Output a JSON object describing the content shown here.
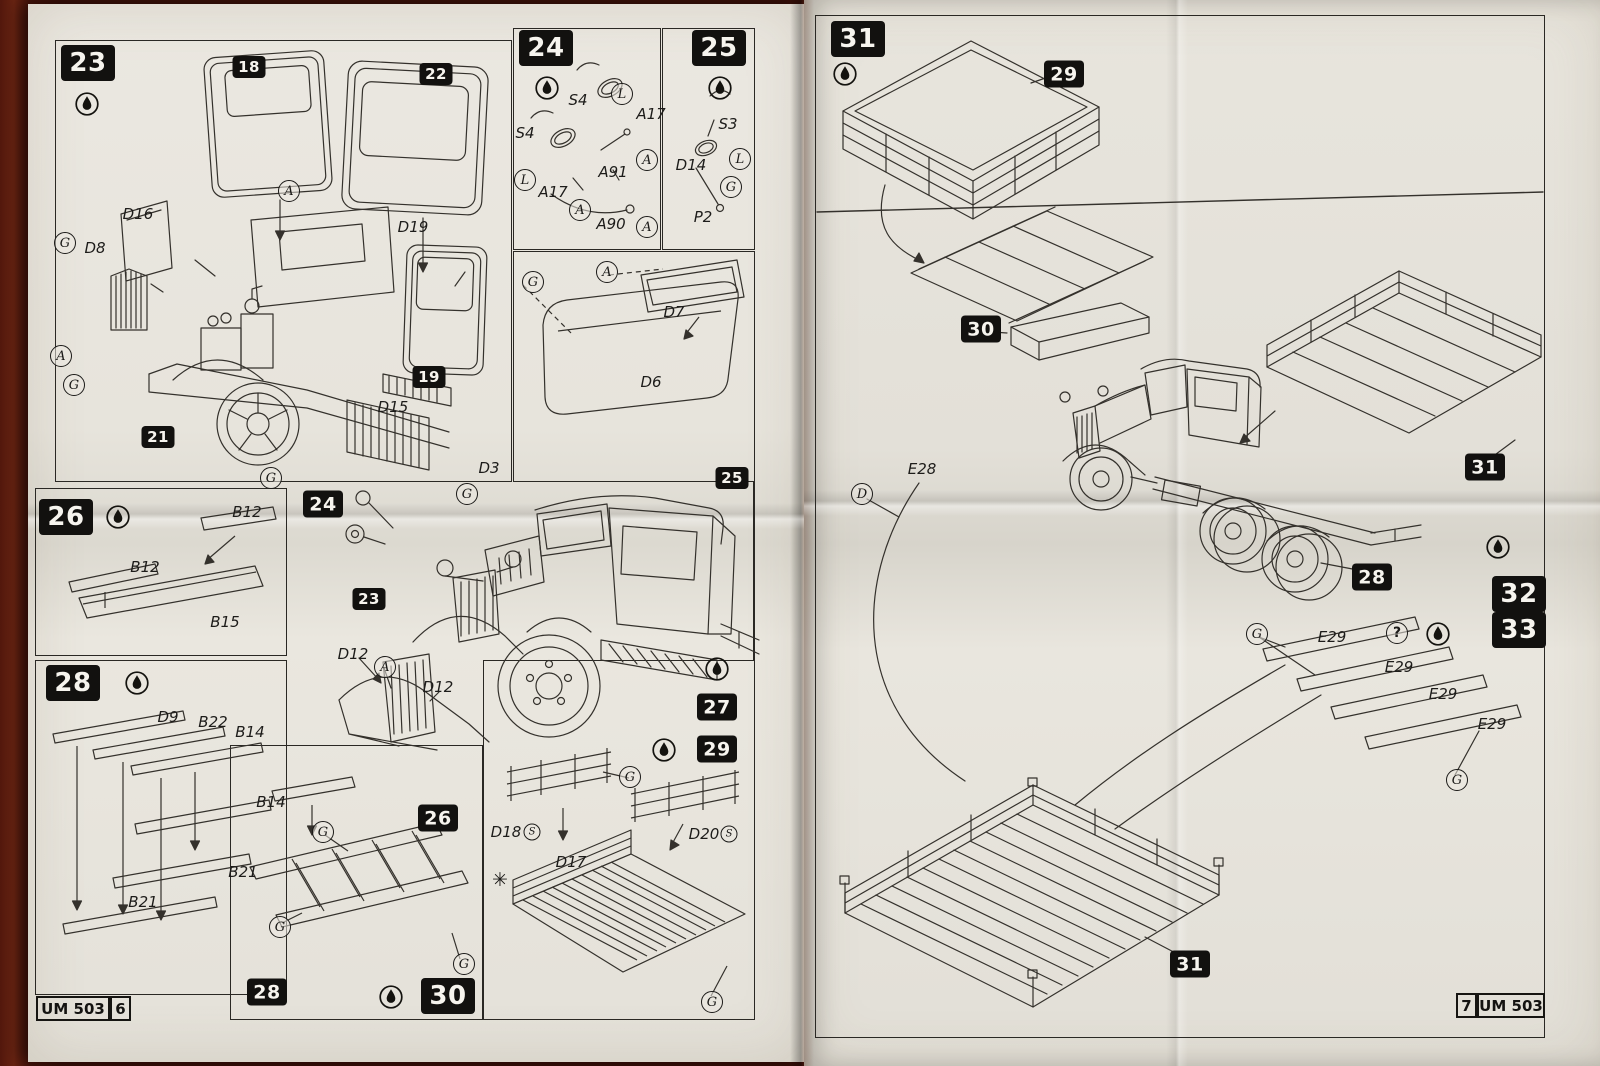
{
  "doc": {
    "kit_code": "UM 503",
    "left_page_number": "6",
    "right_page_number": "7"
  },
  "steps": {
    "s23": "23",
    "s24": "24",
    "s25": "25",
    "s26": "26",
    "s27": "27",
    "s28": "28",
    "s29": "29",
    "s30": "30",
    "s31": "31",
    "s32": "32",
    "s33": "33"
  },
  "part_badges": {
    "b18": "18",
    "b19": "19",
    "b21": "21",
    "b22": "22",
    "b23": "23",
    "b25": "25",
    "b26": "26",
    "b28": "28",
    "b29": "29",
    "b30": "30",
    "b31": "31"
  },
  "part_labels": {
    "A17": "A17",
    "A90": "A90",
    "A91": "A91",
    "B12": "B12",
    "B14": "B14",
    "B15": "B15",
    "B21": "B21",
    "B22": "B22",
    "D3": "D3",
    "D6": "D6",
    "D7": "D7",
    "D8": "D8",
    "D9": "D9",
    "D12": "D12",
    "D14": "D14",
    "D15": "D15",
    "D16": "D16",
    "D17": "D17",
    "D18": "D18",
    "D19": "D19",
    "D20": "D20",
    "E28": "E28",
    "E29": "E29",
    "P2": "P2",
    "S3": "S3",
    "S4": "S4"
  },
  "circled_letters": {
    "A": "A",
    "D": "D",
    "G": "G",
    "L": "L",
    "S": "S"
  },
  "symbols": {
    "question_mark": "?",
    "asterisk": "✳",
    "glue_icon": "glue-drop"
  }
}
